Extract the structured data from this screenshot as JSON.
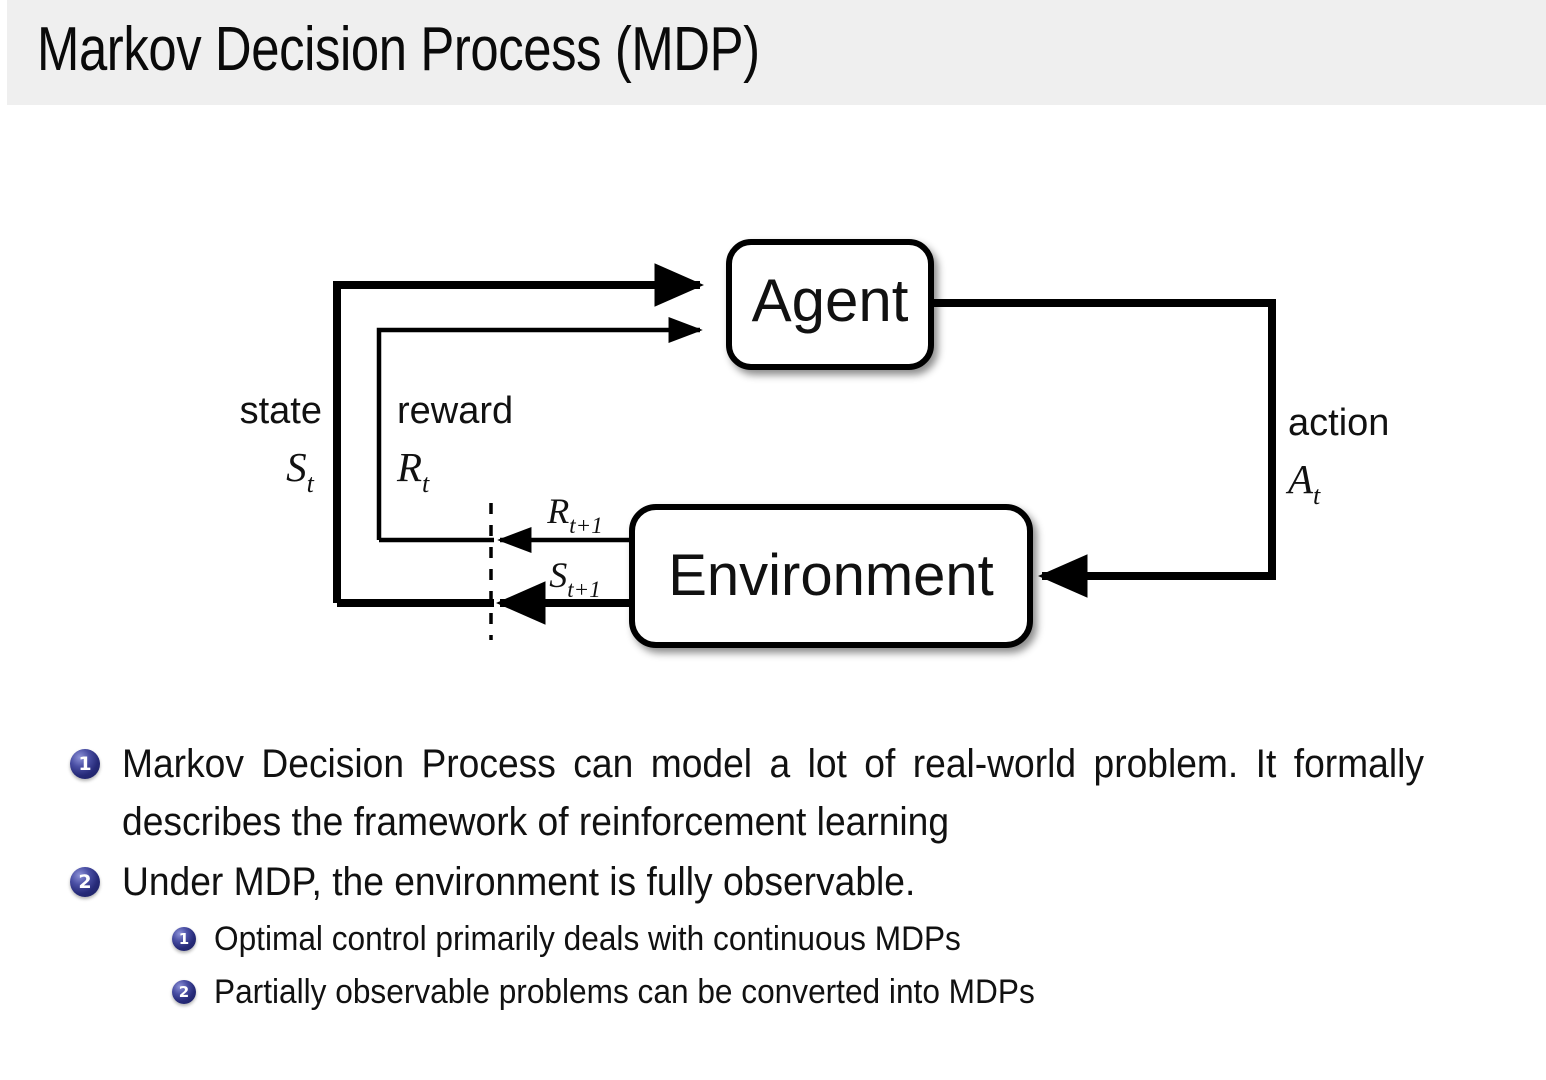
{
  "slide": {
    "title": "Markov Decision Process (MDP)",
    "header_bg": "#efefef",
    "bullet_color": "#262a78"
  },
  "diagram": {
    "name": "agent-environment-interaction-loop",
    "nodes": {
      "agent": "Agent",
      "environment": "Environment"
    },
    "edge_labels": {
      "state": "state",
      "state_symbol": "S",
      "state_subscript": "t",
      "reward": "reward",
      "reward_symbol": "R",
      "reward_subscript": "t",
      "action": "action",
      "action_symbol": "A",
      "action_subscript": "t",
      "reward_next_symbol": "R",
      "reward_next_subscript": "t+1",
      "state_next_symbol": "S",
      "state_next_subscript": "t+1"
    }
  },
  "bullets": [
    {
      "number": "1",
      "text": "Markov Decision Process can model a lot of real-world problem. It formally describes the framework of reinforcement learning",
      "children": []
    },
    {
      "number": "2",
      "text": "Under MDP, the environment is fully observable.",
      "children": [
        {
          "number": "1",
          "text": "Optimal control primarily deals with continuous MDPs"
        },
        {
          "number": "2",
          "text": "Partially observable problems can be converted into MDPs"
        }
      ]
    }
  ]
}
